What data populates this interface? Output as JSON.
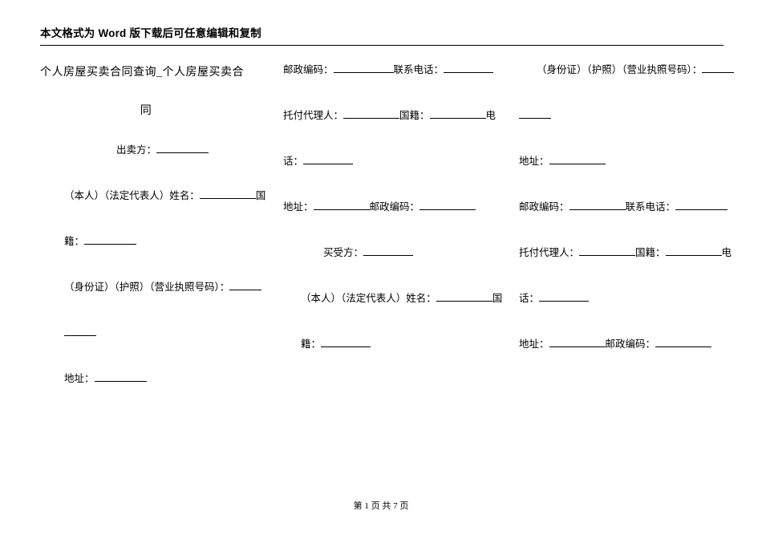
{
  "header": {
    "notice": "本文格式为 Word 版下载后可任意编辑和复制"
  },
  "document": {
    "title_line1": "个人房屋买卖合同查询_个人房屋买卖合",
    "title_line2": "同",
    "footer": "第 1 页 共 7 页"
  },
  "column1": {
    "seller_label": "出卖方：",
    "name_label": "（本人）（法定代表人）姓名：",
    "name_suffix": "国",
    "nationality_label": "籍：",
    "id_label": "（身份证）（护照）（营业执照号码）：",
    "address_label": "地址："
  },
  "column2": {
    "postcode_label": "邮政编码：",
    "phone_label": "联系电话：",
    "agent_label": "托付代理人：",
    "nationality_label": "国籍：",
    "tel_prefix": "电",
    "tel_label": "话：",
    "address_label": "地址：",
    "postcode_label2": "邮政编码：",
    "buyer_label": "买受方：",
    "name_label": "（本人）（法定代表人）姓名：",
    "name_suffix": "国",
    "nationality_label2": "籍："
  },
  "column3": {
    "id_label": "（身份证）（护照）（营业执照号码）：",
    "address_label": "地址：",
    "postcode_label": "邮政编码：",
    "phone_label": "联系电话：",
    "agent_label": "托付代理人：",
    "nationality_label": "国籍：",
    "tel_prefix": "电",
    "tel_label": "话：",
    "address_label2": "地址：",
    "postcode_label2": "邮政编码："
  }
}
